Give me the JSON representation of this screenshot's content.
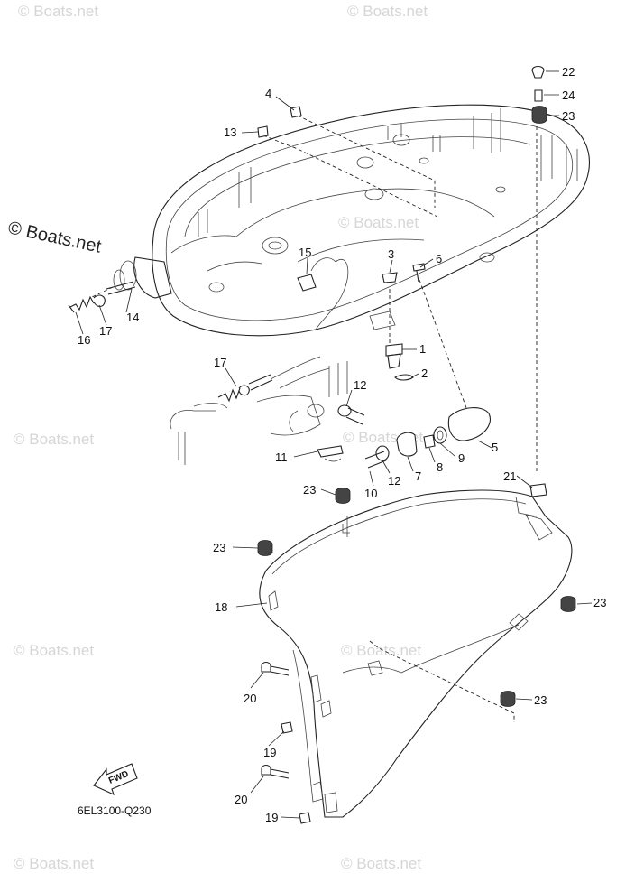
{
  "watermarks": {
    "main": "© Boats.net",
    "faint": "© Boats.net"
  },
  "diagram_code": "6EL3100-Q230",
  "fwd_label": "FWD",
  "callouts": {
    "c1": "1",
    "c2": "2",
    "c3": "3",
    "c4": "4",
    "c5": "5",
    "c6": "6",
    "c7": "7",
    "c8": "8",
    "c9": "9",
    "c10": "10",
    "c11": "11",
    "c12a": "12",
    "c12b": "12",
    "c13": "13",
    "c14": "14",
    "c15": "15",
    "c16": "16",
    "c17a": "17",
    "c17b": "17",
    "c18": "18",
    "c19a": "19",
    "c19b": "19",
    "c20a": "20",
    "c20b": "20",
    "c21": "21",
    "c22": "22",
    "c23a": "23",
    "c23b": "23",
    "c23c": "23",
    "c23d": "23",
    "c23e": "23",
    "c24": "24"
  }
}
